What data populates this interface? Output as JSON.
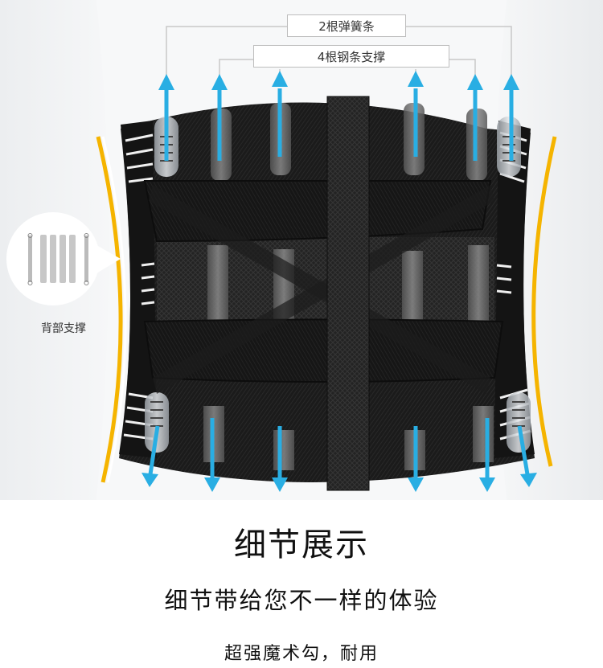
{
  "product_photo": {
    "subject": "back-support-waist-belt",
    "callouts": {
      "springs": "2根弹簧条",
      "steel_stays": "4根钢条支撑"
    },
    "inset": {
      "label": "背部支撑",
      "contents": "2 springs + 4 steel stays"
    },
    "colors": {
      "arrow": "#29aee3",
      "highlight_curve": "#f5b400",
      "belt": "#1c1c1c",
      "background": "#f5f6f7"
    }
  },
  "text": {
    "heading": "细节展示",
    "subheading": "细节带给您不一样的体验",
    "feature": "超强魔术勾，耐用"
  }
}
